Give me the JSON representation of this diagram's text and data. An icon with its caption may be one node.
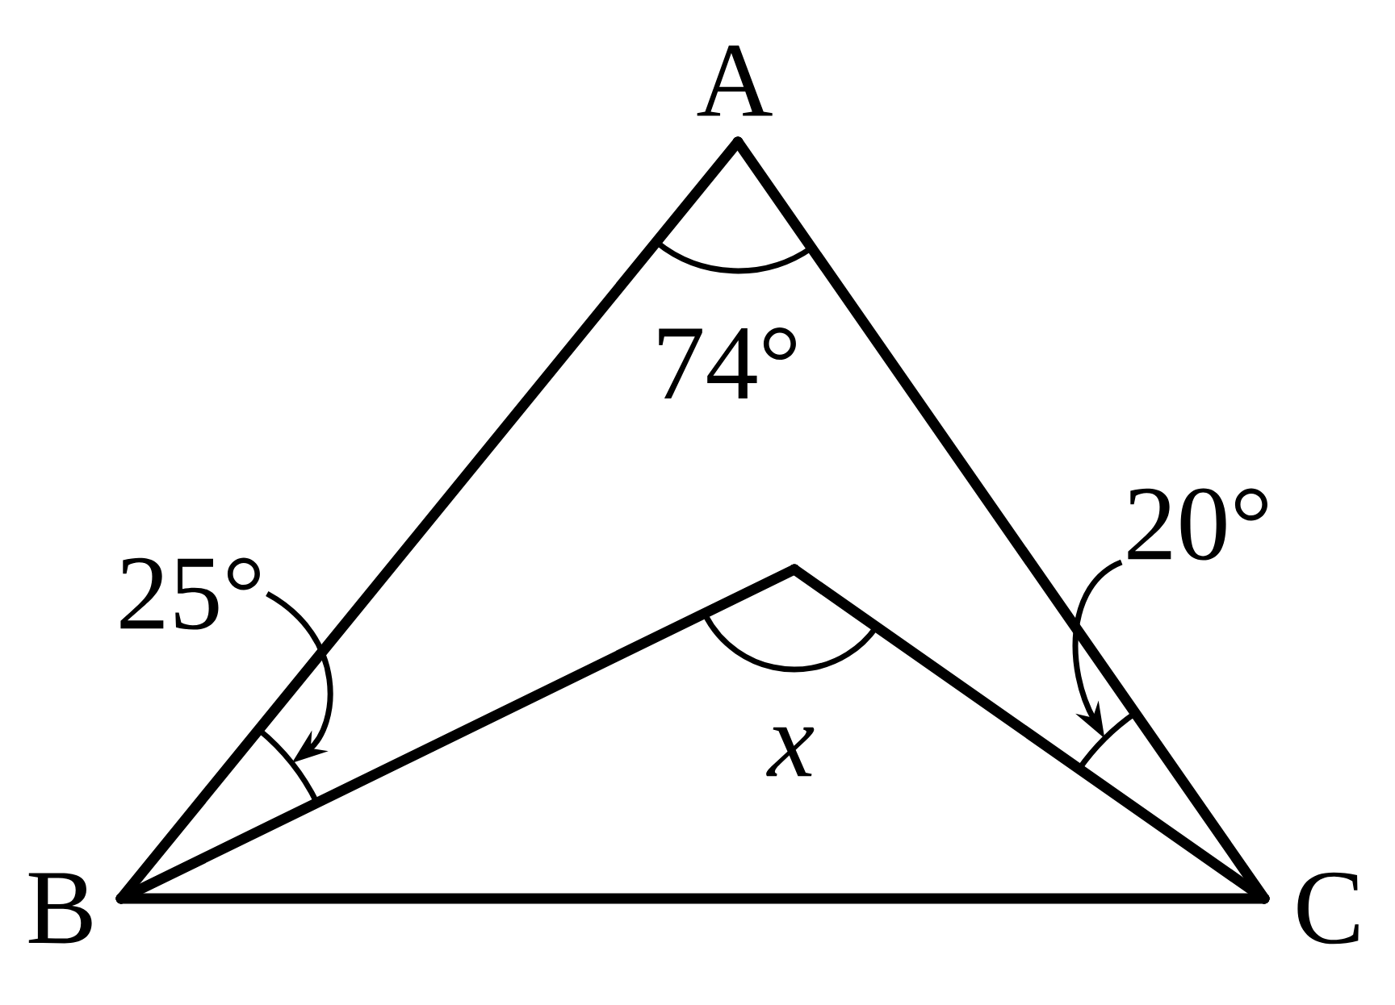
{
  "diagram": {
    "nodes": [
      {
        "text": [],
        "shape": "point",
        "beside": [
          "A"
        ]
      },
      {
        "text": [],
        "shape": "point",
        "beside": [
          "B"
        ]
      },
      {
        "text": [],
        "shape": "point",
        "beside": [
          "C"
        ]
      },
      {
        "text": [],
        "shape": "point"
      },
      {
        "text": [
          "25°"
        ]
      },
      {
        "text": [
          "20°"
        ]
      },
      {
        "text": [],
        "shape": "arc"
      },
      {
        "text": [],
        "shape": "arc"
      }
    ],
    "edges": [
      {
        "from": 0,
        "to": 1,
        "arrow": "none"
      },
      {
        "from": 0,
        "to": 2,
        "arrow": "none"
      },
      {
        "from": 1,
        "to": 2,
        "arrow": "none"
      },
      {
        "from": 1,
        "to": 3,
        "arrow": "none"
      },
      {
        "from": 3,
        "to": 2,
        "arrow": "none"
      },
      {
        "from": 4,
        "to": 6,
        "arrow": "to"
      },
      {
        "from": 5,
        "to": 7,
        "arrow": "to"
      }
    ],
    "labels": [
      "74°",
      "x"
    ]
  }
}
